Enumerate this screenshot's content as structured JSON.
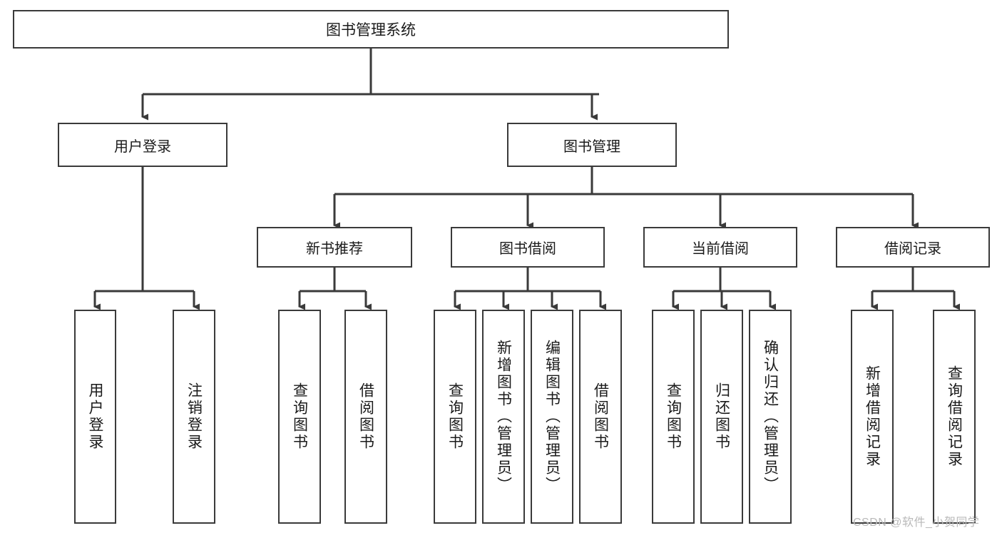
{
  "diagram": {
    "title": "图书管理系统",
    "type": "tree-hierarchy",
    "root": {
      "label": "图书管理系统"
    },
    "level1": [
      {
        "label": "用户登录"
      },
      {
        "label": "图书管理"
      }
    ],
    "level2": [
      {
        "label": "新书推荐"
      },
      {
        "label": "图书借阅"
      },
      {
        "label": "当前借阅"
      },
      {
        "label": "借阅记录"
      }
    ],
    "leaves": {
      "user_login": [
        {
          "label": "用户登录"
        },
        {
          "label": "注销登录"
        }
      ],
      "new_book_recommend": [
        {
          "label": "查询图书"
        },
        {
          "label": "借阅图书"
        }
      ],
      "book_borrow": [
        {
          "label": "查询图书"
        },
        {
          "label": "新增图书（管理员）"
        },
        {
          "label": "编辑图书（管理员）"
        },
        {
          "label": "借阅图书"
        }
      ],
      "current_borrow": [
        {
          "label": "查询图书"
        },
        {
          "label": "归还图书"
        },
        {
          "label": "确认归还（管理员）"
        }
      ],
      "borrow_record": [
        {
          "label": "新增借阅记录"
        },
        {
          "label": "查询借阅记录"
        }
      ]
    }
  },
  "watermark": {
    "text": "CSDN @软件_小贺同学"
  },
  "colors": {
    "stroke": "#3a3a3a",
    "text": "#1a1a1a",
    "background": "#ffffff",
    "watermark": "#b9b9b9"
  }
}
